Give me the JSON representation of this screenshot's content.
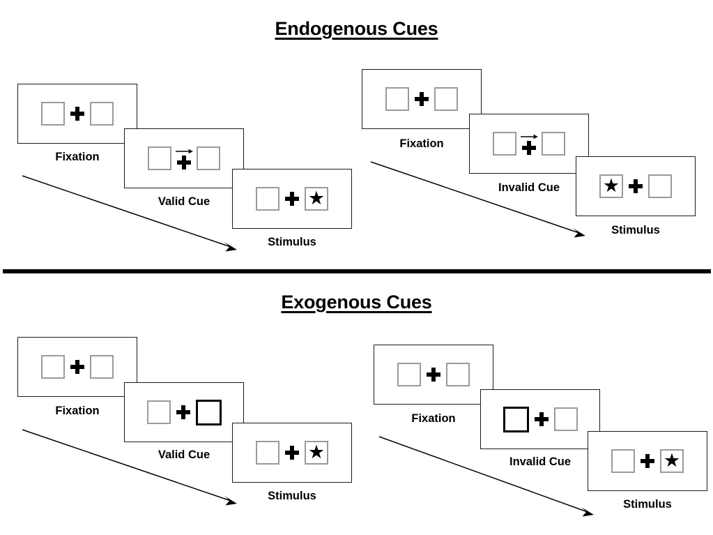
{
  "figure": {
    "title_top": "Endogenous Cues",
    "title_bottom": "Exogenous Cues"
  },
  "sections": [
    {
      "id": "endogenous",
      "title": "Endogenous Cues",
      "groups": [
        {
          "id": "endogenous-valid",
          "condition": "valid",
          "panels": [
            {
              "id": "endo-valid-fixation",
              "caption": "Fixation",
              "left_box": {
                "state": "neutral",
                "content": ""
              },
              "right_box": {
                "state": "neutral",
                "content": ""
              },
              "centre": {
                "plus": "+",
                "arrow": "none"
              }
            },
            {
              "id": "endo-valid-cue",
              "caption": "Valid Cue",
              "left_box": {
                "state": "neutral",
                "content": ""
              },
              "right_box": {
                "state": "neutral",
                "content": ""
              },
              "centre": {
                "plus": "+",
                "arrow": "right"
              }
            },
            {
              "id": "endo-valid-stimulus",
              "caption": "Stimulus",
              "left_box": {
                "state": "neutral",
                "content": ""
              },
              "right_box": {
                "state": "neutral",
                "content": "star"
              },
              "centre": {
                "plus": "+",
                "arrow": "none"
              }
            }
          ]
        },
        {
          "id": "endogenous-invalid",
          "condition": "invalid",
          "panels": [
            {
              "id": "endo-invalid-fixation",
              "caption": "Fixation",
              "left_box": {
                "state": "neutral",
                "content": ""
              },
              "right_box": {
                "state": "neutral",
                "content": ""
              },
              "centre": {
                "plus": "+",
                "arrow": "none"
              }
            },
            {
              "id": "endo-invalid-cue",
              "caption": "Invalid Cue",
              "left_box": {
                "state": "neutral",
                "content": ""
              },
              "right_box": {
                "state": "neutral",
                "content": ""
              },
              "centre": {
                "plus": "+",
                "arrow": "right"
              }
            },
            {
              "id": "endo-invalid-stimulus",
              "caption": "Stimulus",
              "left_box": {
                "state": "neutral",
                "content": "star"
              },
              "right_box": {
                "state": "neutral",
                "content": ""
              },
              "centre": {
                "plus": "+",
                "arrow": "none"
              }
            }
          ]
        }
      ]
    },
    {
      "id": "exogenous",
      "title": "Exogenous Cues",
      "groups": [
        {
          "id": "exogenous-valid",
          "condition": "valid",
          "panels": [
            {
              "id": "exo-valid-fixation",
              "caption": "Fixation",
              "left_box": {
                "state": "neutral",
                "content": ""
              },
              "right_box": {
                "state": "neutral",
                "content": ""
              },
              "centre": {
                "plus": "+",
                "arrow": "none"
              }
            },
            {
              "id": "exo-valid-cue",
              "caption": "Valid Cue",
              "left_box": {
                "state": "neutral",
                "content": ""
              },
              "right_box": {
                "state": "cued",
                "content": ""
              },
              "centre": {
                "plus": "+",
                "arrow": "none"
              }
            },
            {
              "id": "exo-valid-stimulus",
              "caption": "Stimulus",
              "left_box": {
                "state": "neutral",
                "content": ""
              },
              "right_box": {
                "state": "neutral",
                "content": "star"
              },
              "centre": {
                "plus": "+",
                "arrow": "none"
              }
            }
          ]
        },
        {
          "id": "exogenous-invalid",
          "condition": "invalid",
          "panels": [
            {
              "id": "exo-invalid-fixation",
              "caption": "Fixation",
              "left_box": {
                "state": "neutral",
                "content": ""
              },
              "right_box": {
                "state": "neutral",
                "content": ""
              },
              "centre": {
                "plus": "+",
                "arrow": "none"
              }
            },
            {
              "id": "exo-invalid-cue",
              "caption": "Invalid Cue",
              "left_box": {
                "state": "cued",
                "content": ""
              },
              "right_box": {
                "state": "neutral",
                "content": ""
              },
              "centre": {
                "plus": "+",
                "arrow": "none"
              }
            },
            {
              "id": "exo-invalid-stimulus",
              "caption": "Stimulus",
              "left_box": {
                "state": "neutral",
                "content": ""
              },
              "right_box": {
                "state": "neutral",
                "content": "star"
              },
              "centre": {
                "plus": "+",
                "arrow": "none"
              }
            }
          ]
        }
      ]
    }
  ],
  "captions": {
    "fixation": "Fixation",
    "valid_cue": "Valid Cue",
    "invalid_cue": "Invalid Cue",
    "stimulus": "Stimulus"
  },
  "glyphs": {
    "star": "★",
    "plus": "+",
    "cue_arrow": "→"
  },
  "colors": {
    "background": "#ffffff",
    "panel_border": "#1a1a1a",
    "placeholder_border": "#9a9a9a",
    "cued_border": "#000000",
    "ink": "#000000",
    "divider": "#000000"
  }
}
